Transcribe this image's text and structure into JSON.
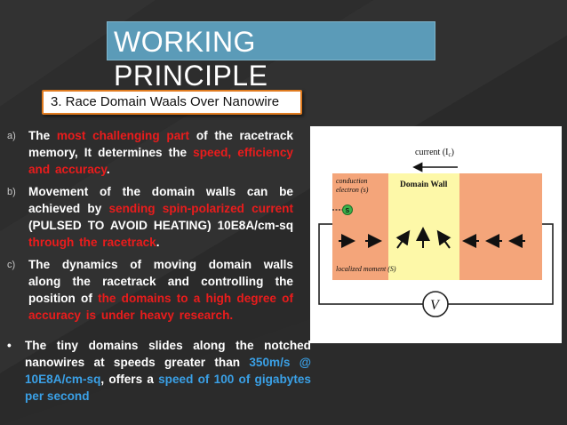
{
  "slide": {
    "title": "WORKING\nPRINCIPLE",
    "subtitle": "3. Race Domain Waals Over Nanowire"
  },
  "items": [
    {
      "marker": "a)",
      "parts": [
        {
          "t": "The ",
          "c": "w"
        },
        {
          "t": "most challenging part",
          "c": "r"
        },
        {
          "t": " of the racetrack memory, It determines the ",
          "c": "w"
        },
        {
          "t": "speed, efficiency and accuracy",
          "c": "r"
        },
        {
          "t": ".",
          "c": "w"
        }
      ]
    },
    {
      "marker": "b)",
      "parts": [
        {
          "t": "Movement of the domain walls can be achieved by ",
          "c": "w"
        },
        {
          "t": "sending spin-polarized current",
          "c": "r"
        },
        {
          "t": " (PULSED TO AVOID HEATING) 10E8A/cm-sq ",
          "c": "w"
        },
        {
          "t": "through the racetrack",
          "c": "r"
        },
        {
          "t": ".",
          "c": "w"
        }
      ]
    },
    {
      "marker": "c)",
      "parts": [
        {
          "t": "The dynamics of moving domain walls along the racetrack and controlling the position of ",
          "c": "w"
        },
        {
          "t": "the domains to a high degree of accuracy is under heavy research.",
          "c": "r"
        }
      ]
    }
  ],
  "bullet": {
    "symbol": "•",
    "parts": [
      {
        "t": "The tiny domains slides along the notched nanowires at speeds greater than ",
        "c": "w"
      },
      {
        "t": "350m/s @ 10E8A/cm-sq",
        "c": "b"
      },
      {
        "t": ", offers a ",
        "c": "w"
      },
      {
        "t": "speed of 100 of gigabytes per second",
        "c": "b"
      }
    ]
  },
  "figure": {
    "current_label": "current (I",
    "current_sub": "c",
    "current_close": ")",
    "conduction_label_1": "conduction",
    "conduction_label_2": "electron (s)",
    "domain_wall_label": "Domain Wall",
    "spin_symbol": "S",
    "moment_label": "localized moment (S)",
    "voltmeter_symbol": "V",
    "colors": {
      "orange": "#f4a57a",
      "yellow": "#fdf8a8",
      "wire": "#222222",
      "title_box": "#5b9bb8",
      "subtitle_border": "#e07b1f",
      "red_text": "#ea1c1c",
      "blue_text": "#3aa0e6"
    }
  }
}
